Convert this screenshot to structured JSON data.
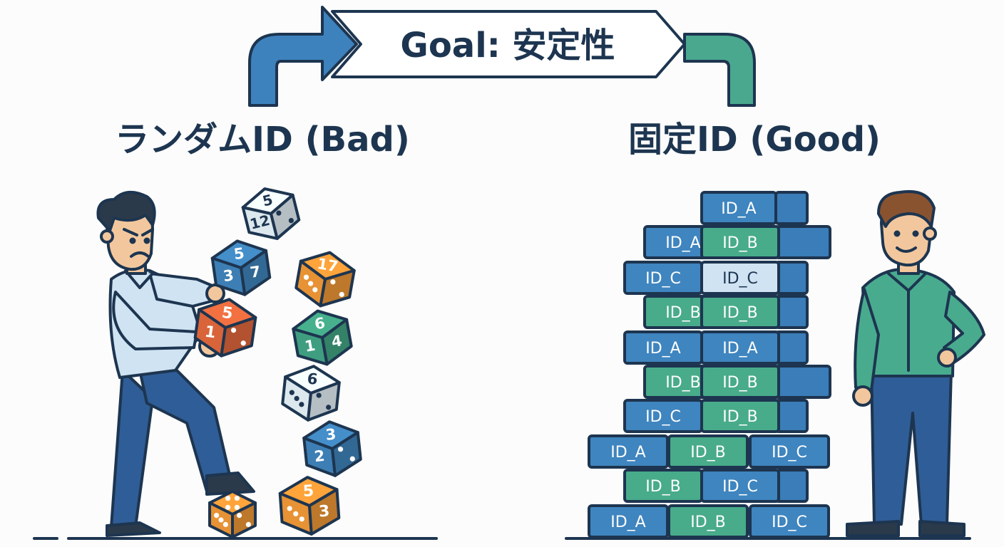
{
  "goal_banner": {
    "text": "Goal: 安定性"
  },
  "left_panel": {
    "title": "ランダムID (Bad)"
  },
  "right_panel": {
    "title": "固定ID (Good)"
  },
  "dice": [
    {
      "color": "#dde8ee",
      "top": "5",
      "left": "12",
      "right": "pips"
    },
    {
      "color": "#3d7fb4",
      "top": "5",
      "left": "3",
      "right": "7"
    },
    {
      "color": "#d9643a",
      "top": "5",
      "left": "1",
      "right": "pips"
    },
    {
      "color": "#e79234",
      "top": "17",
      "left": "pips",
      "right": "pips"
    },
    {
      "color": "#3f9e7f",
      "top": "6",
      "left": "1",
      "right": "4"
    },
    {
      "color": "#dde8ee",
      "top": "6",
      "left": "pips",
      "right": "pips"
    },
    {
      "color": "#3d7fb4",
      "top": "3",
      "left": "2",
      "right": "pips"
    },
    {
      "color": "#e79234",
      "top": "5",
      "left": "pips",
      "right": "3"
    },
    {
      "color": "#e79234",
      "top": "pips",
      "left": "pips",
      "right": "pips"
    }
  ],
  "tower_rows": [
    [
      "ID_A"
    ],
    [
      "ID_A",
      "ID_B"
    ],
    [
      "ID_C",
      "ID_C"
    ],
    [
      "ID_B",
      "ID_B"
    ],
    [
      "ID_A",
      "ID_A"
    ],
    [
      "ID_B",
      "ID_B"
    ],
    [
      "ID_C",
      "ID_B"
    ],
    [
      "ID_A",
      "ID_B",
      "ID_C"
    ],
    [
      "ID_B",
      "ID_C"
    ],
    [
      "ID_A",
      "ID_B",
      "ID_C"
    ]
  ],
  "colors": {
    "ink": "#1d3550",
    "blue": "#3f85bf",
    "teal": "#48ab8a",
    "light_blue": "#cfe3f2",
    "orange": "#e79234",
    "red_orange": "#d9643a"
  }
}
